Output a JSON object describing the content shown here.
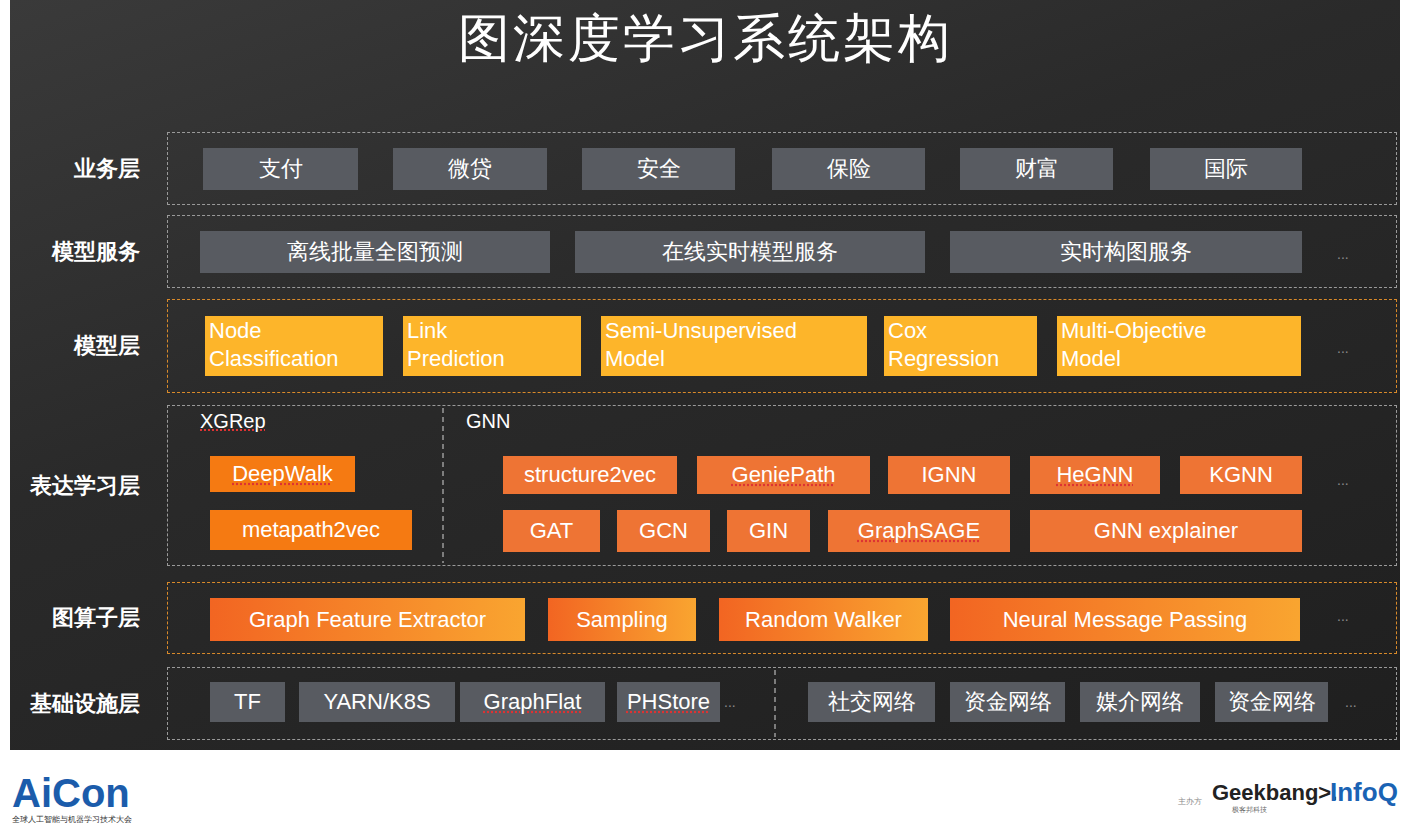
{
  "diagram": {
    "title": "图深度学习系统架构",
    "nodes": [
      {
        "text": [
          "业务层"
        ]
      },
      {
        "text": [
          "支付"
        ],
        "in": 0
      },
      {
        "text": [
          "微贷"
        ],
        "in": 0
      },
      {
        "text": [
          "安全"
        ],
        "in": 0
      },
      {
        "text": [
          "保险"
        ],
        "in": 0
      },
      {
        "text": [
          "财富"
        ],
        "in": 0
      },
      {
        "text": [
          "国际"
        ],
        "in": 0
      },
      {
        "text": [
          "模型服务"
        ]
      },
      {
        "text": [
          "离线批量全图预测"
        ],
        "in": 7
      },
      {
        "text": [
          "在线实时模型服务"
        ],
        "in": 7
      },
      {
        "text": [
          "实时构图服务"
        ],
        "in": 7
      },
      {
        "text": [
          "模型层"
        ]
      },
      {
        "text": [
          "Node Classification"
        ],
        "in": 11
      },
      {
        "text": [
          "Link Prediction"
        ],
        "in": 11
      },
      {
        "text": [
          "Semi-Unsupervised Model"
        ],
        "in": 11
      },
      {
        "text": [
          "Cox Regression"
        ],
        "in": 11
      },
      {
        "text": [
          "Multi-Objective Model"
        ],
        "in": 11
      },
      {
        "text": [
          "表达学习层"
        ]
      },
      {
        "text": [
          "DeepWalk"
        ],
        "in": 17
      },
      {
        "text": [
          "metapath2vec"
        ],
        "in": 17
      },
      {
        "text": [
          "structure2vec"
        ],
        "in": 17
      },
      {
        "text": [
          "GeniePath"
        ],
        "in": 17
      },
      {
        "text": [
          "IGNN"
        ],
        "in": 17
      },
      {
        "text": [
          "HeGNN"
        ],
        "in": 17
      },
      {
        "text": [
          "KGNN"
        ],
        "in": 17
      },
      {
        "text": [
          "GAT"
        ],
        "in": 17
      },
      {
        "text": [
          "GCN"
        ],
        "in": 17
      },
      {
        "text": [
          "GIN"
        ],
        "in": 17
      },
      {
        "text": [
          "GraphSAGE"
        ],
        "in": 17
      },
      {
        "text": [
          "GNN explainer"
        ],
        "in": 17
      },
      {
        "text": [
          "图算子层"
        ]
      },
      {
        "text": [
          "Graph Feature Extractor"
        ],
        "in": 30
      },
      {
        "text": [
          "Sampling"
        ],
        "in": 30
      },
      {
        "text": [
          "Random Walker"
        ],
        "in": 30
      },
      {
        "text": [
          "Neural Message Passing"
        ],
        "in": 30
      },
      {
        "text": [
          "基础设施层"
        ]
      },
      {
        "text": [
          "TF"
        ],
        "in": 35
      },
      {
        "text": [
          "YARN/K8S"
        ],
        "in": 35
      },
      {
        "text": [
          "GraphFlat"
        ],
        "in": 35
      },
      {
        "text": [
          "PHStore"
        ],
        "in": 35
      },
      {
        "text": [
          "社交网络"
        ],
        "in": 35
      },
      {
        "text": [
          "资金网络"
        ],
        "in": 35
      },
      {
        "text": [
          "媒介网络"
        ],
        "in": 35
      },
      {
        "text": [
          "资金网络"
        ],
        "in": 35
      }
    ],
    "labels": [
      "XGRep",
      "GNN",
      "...",
      "...",
      "...",
      "...",
      "...",
      "...",
      "AiCon",
      "全球人工智能与机器学习技术大会",
      "主办方",
      "Geekbang>.",
      "极客邦科技",
      "InfoQ"
    ]
  }
}
